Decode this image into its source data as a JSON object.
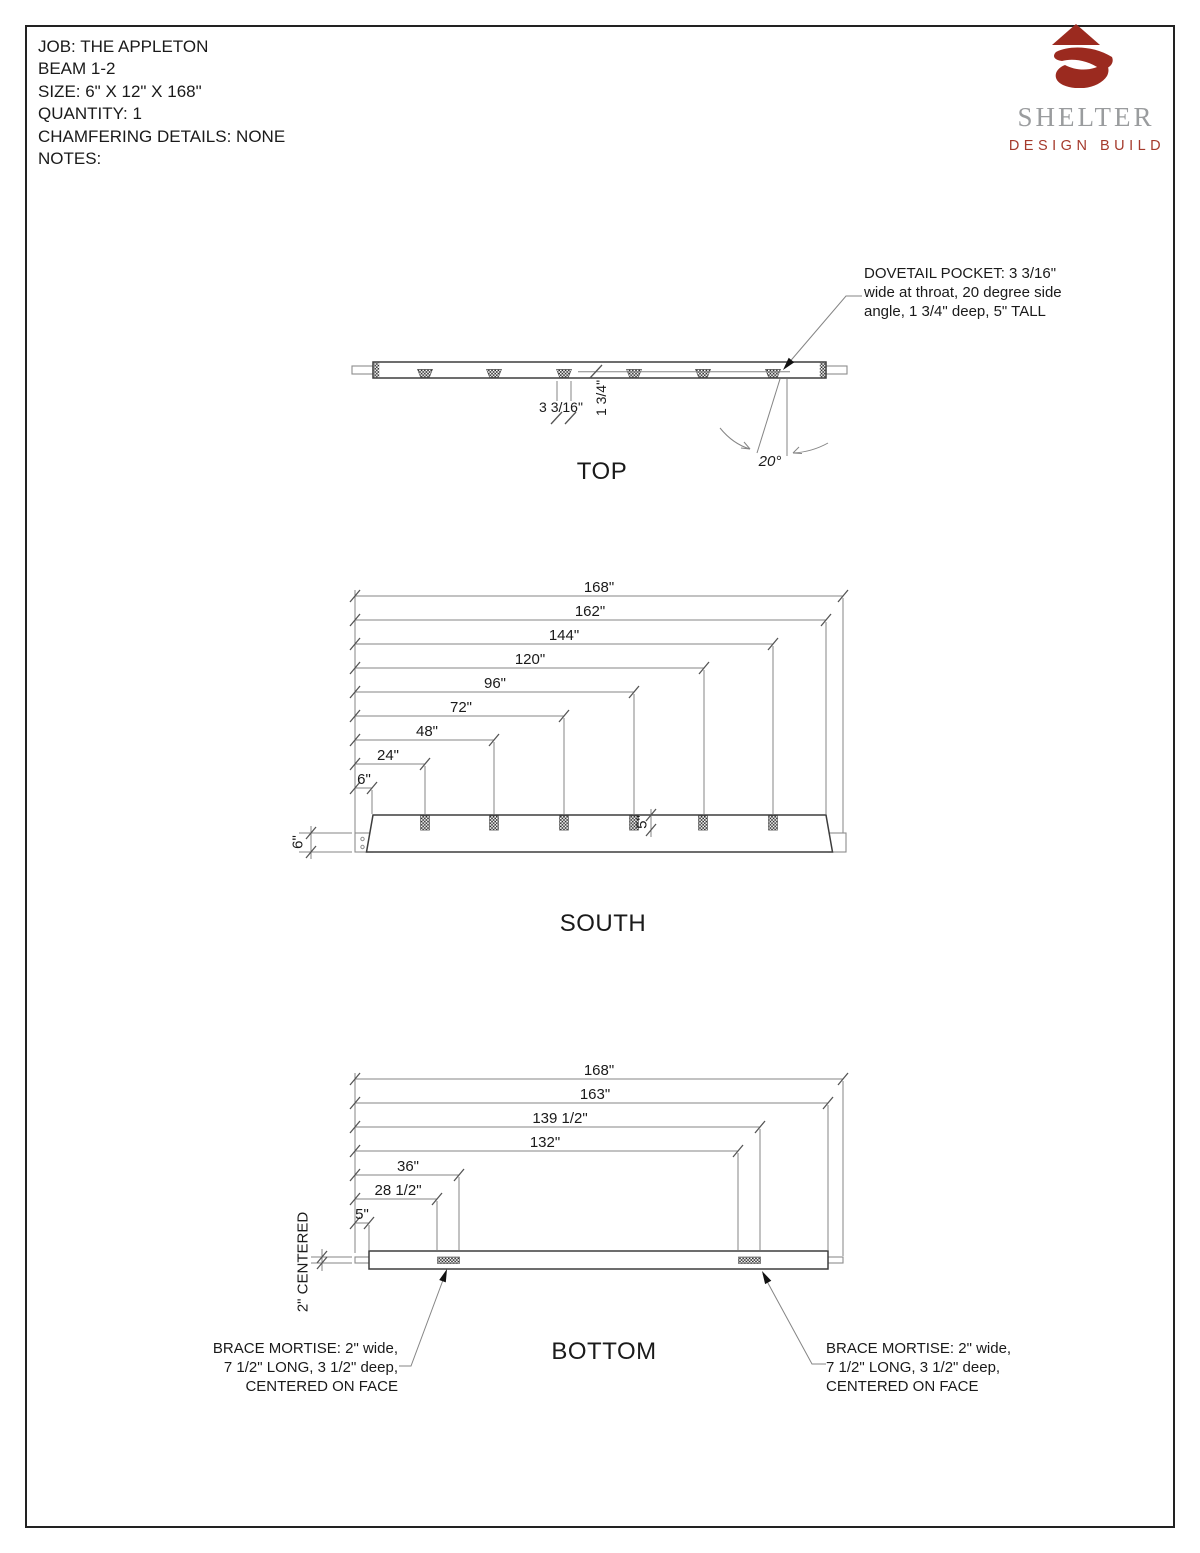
{
  "header": {
    "lines": [
      "JOB: THE APPLETON",
      "BEAM 1-2",
      "SIZE: 6\" X 12\" X  168\"",
      "QUANTITY: 1",
      "CHAMFERING DETAILS: NONE",
      "NOTES:"
    ]
  },
  "logo": {
    "name": "SHELTER",
    "tagline": "DESIGN BUILD",
    "mark_color": "#9b2a1f",
    "name_color": "#9a9c9e",
    "tagline_color": "#a53a2c"
  },
  "top_view": {
    "label": "TOP",
    "pocket_note_lines": [
      "DOVETAIL POCKET:  3 3/16\"",
      "wide at throat, 20 degree side",
      "angle, 1 3/4\" deep, 5\" TALL"
    ],
    "throat_width": "3 3/16\"",
    "pocket_depth": "1 3/4\"",
    "side_angle": "20°"
  },
  "south_view": {
    "label": "SOUTH",
    "dims": [
      "168\"",
      "162\"",
      "144\"",
      "120\"",
      "96\"",
      "72\"",
      "48\"",
      "24\"",
      "6\""
    ],
    "tenon_height": "6\"",
    "pocket_height": "5\""
  },
  "bottom_view": {
    "label": "BOTTOM",
    "dims": [
      "168\"",
      "163\"",
      "139 1/2\"",
      "132\"",
      "36\"",
      "28 1/2\"",
      "5\""
    ],
    "tenon_note": "2\" CENTERED",
    "mortise_note_left_lines": [
      "BRACE MORTISE: 2\" wide,",
      "7 1/2\" LONG, 3 1/2\" deep,",
      "CENTERED ON FACE"
    ],
    "mortise_note_right_lines": [
      "BRACE MORTISE: 2\" wide,",
      "7 1/2\" LONG, 3 1/2\" deep,",
      "CENTERED ON FACE"
    ]
  }
}
